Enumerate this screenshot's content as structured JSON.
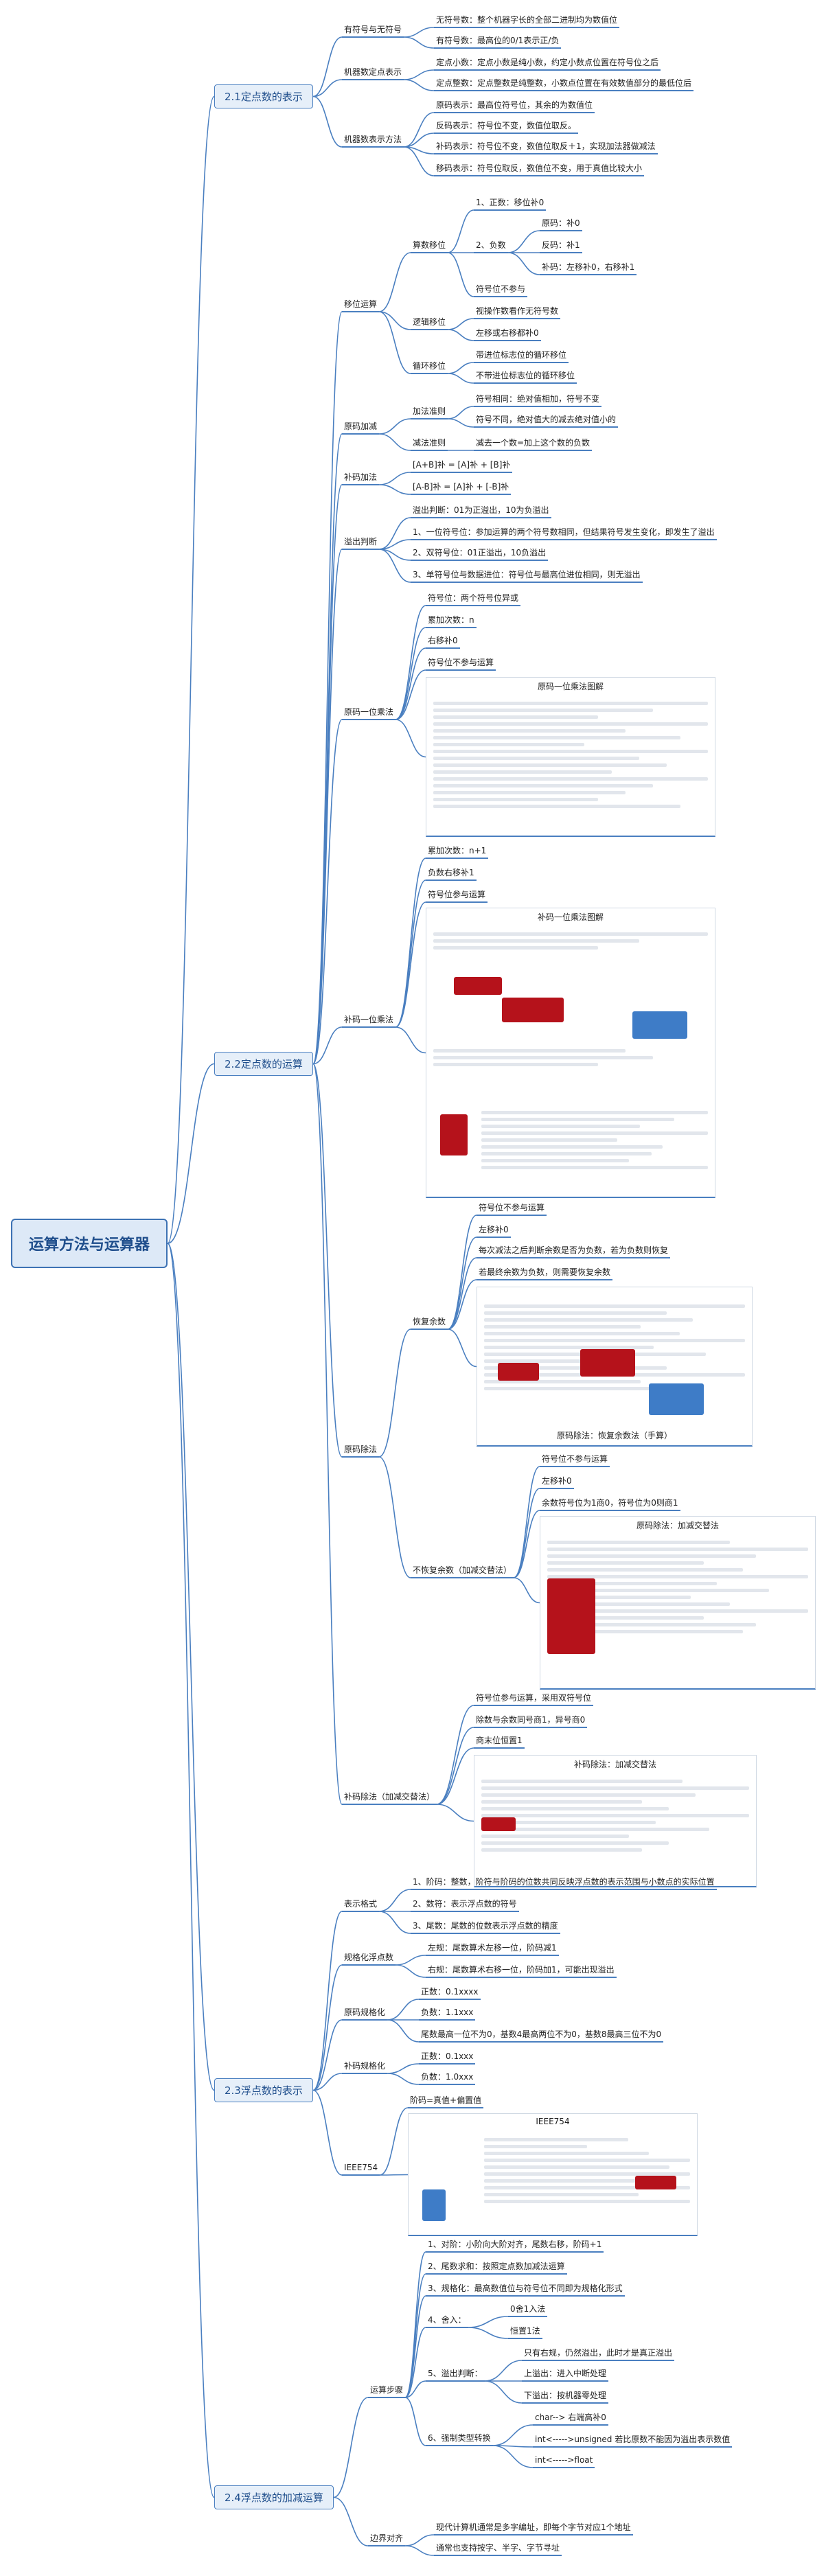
{
  "root": "运算方法与运算器",
  "sections": [
    {
      "label": "2.1定点数的表示"
    },
    {
      "label": "2.2定点数的运算"
    },
    {
      "label": "2.3浮点数的表示"
    },
    {
      "label": "2.4浮点数的加减运算"
    }
  ],
  "s1": {
    "a": "有符号与无符号",
    "a1": "无符号数：整个机器字长的全部二进制均为数值位",
    "a2": "有符号数：最高位的0/1表示正/负",
    "b": "机器数定点表示",
    "b1": "定点小数：定点小数是纯小数，约定小数点位置在符号位之后",
    "b2": "定点整数：定点整数是纯整数，小数点位置在有效数值部分的最低位后",
    "c": "机器数表示方法",
    "c1": "原码表示：最高位符号位，其余的为数值位",
    "c2": "反码表示：符号位不变，数值位取反。",
    "c3": "补码表示：符号位不变，数值位取反＋1，实现加法器做减法",
    "c4": "移码表示：符号位取反，数值位不变，用于真值比较大小"
  },
  "s2": {
    "shift": "移位运算",
    "arith": "算数移位",
    "ar1": "1、正数：移位补0",
    "ar2": "2、负数",
    "yuan": "原码：补0",
    "fan": "反码：补1",
    "bu": "补码：左移补0，右移补1",
    "sign_keep": "符号位不参与",
    "logic": "逻辑移位",
    "lg1": "视操作数看作无符号数",
    "lg2": "左移或右移都补0",
    "cycle": "循环移位",
    "cy1": "带进位标志位的循环移位",
    "cy2": "不带进位标志位的循环移位",
    "orig_add": "原码加减",
    "add_rule": "加法准则",
    "add1": "符号相同：绝对值相加，符号不变",
    "add2": "符号不同，绝对值大的减去绝对值小的",
    "sub_rule": "减法准则",
    "sub1": "减去一个数=加上这个数的负数",
    "comp_add": "补码加法",
    "ca1": "[A+B]补 = [A]补 + [B]补",
    "ca2": "[A-B]补 = [A]补 + [-B]补",
    "ovf": "溢出判断",
    "of1": "溢出判断：01为正溢出，10为负溢出",
    "of2": "1、一位符号位：参加运算的两个符号数相同，但结果符号发生变化，即发生了溢出",
    "of3": "2、双符号位：01正溢出，10负溢出",
    "of4": "3、单符号位与数据进位：符号位与最高位进位相同，则无溢出",
    "orig_mul": "原码一位乘法",
    "om1": "符号位：两个符号位异或",
    "om2": "累加次数：n",
    "om3": "右移补0",
    "om4": "符号位不参与运算",
    "om_img": "原码一位乘法图解",
    "comp_mul": "补码一位乘法",
    "cm1": "累加次数：n+1",
    "cm2": "负数右移补1",
    "cm3": "符号位参与运算",
    "cm_img": "补码一位乘法图解",
    "orig_div": "原码除法",
    "rest": "恢复余数",
    "rs1": "符号位不参与运算",
    "rs2": "左移补0",
    "rs3": "每次减法之后判断余数是否为负数，若为负数则恢复",
    "rs4": "若最终余数为负数，则需要恢复余数",
    "rs_img": "原码除法：恢复余数法（手算）",
    "norest": "不恢复余数（加减交替法）",
    "nr1": "符号位不参与运算",
    "nr2": "左移补0",
    "nr3": "余数符号位为1商0，符号位为0则商1",
    "nr_img": "原码除法：加减交替法",
    "comp_div": "补码除法（加减交替法）",
    "cd1": "符号位参与运算，采用双符号位",
    "cd2": "除数与余数同号商1，异号商0",
    "cd3": "商末位恒置1",
    "cd_img": "补码除法：加减交替法"
  },
  "s3": {
    "fmt": "表示格式",
    "f1": "1、阶码：整数，阶符与阶码的位数共同反映浮点数的表示范围与小数点的实际位置",
    "f2": "2、数符：表示浮点数的符号",
    "f3": "3、尾数：尾数的位数表示浮点数的精度",
    "norm": "规格化浮点数",
    "n1": "左规：尾数算术左移一位，阶码减1",
    "n2": "右规：尾数算术右移一位，阶码加1，可能出现溢出",
    "on": "原码规格化",
    "on1": "正数：0.1xxxx",
    "on2": "负数：1.1xxx",
    "on3": "尾数最高一位不为0，基数4最高两位不为0，基数8最高三位不为0",
    "cn": "补码规格化",
    "cn1": "正数：0.1xxx",
    "cn2": "负数：1.0xxx",
    "ieee": "IEEE754",
    "ie1": "阶码=真值+偏置值",
    "ie_img": "IEEE754"
  },
  "s4": {
    "steps": "运算步骤",
    "st1": "1、对阶：小阶向大阶对齐，尾数右移，阶码+1",
    "st2": "2、尾数求和：按照定点数加减法运算",
    "st3": "3、规格化：最高数值位与符号位不同即为规格化形式",
    "st4": "4、舍入：",
    "st4a": "0舍1入法",
    "st4b": "恒置1法",
    "st5": "5、溢出判断：",
    "st5a": "只有右规，仍然溢出，此时才是真正溢出",
    "st5b": "上溢出：进入中断处理",
    "st5c": "下溢出：按机器零处理",
    "st6": "6、强制类型转换",
    "st6a": "char--> 右端高补0",
    "st6b": "int<----->unsigned  若比原数不能因为溢出表示数值",
    "st6c": "int<----->float",
    "align": "边界对齐",
    "al1": "现代计算机通常是多字编址，即每个字节对应1个地址",
    "al2": "通常也支持按字、半字、字节寻址"
  },
  "colors": {
    "line": "#4a7fc0",
    "root_bg": "#dde9f7",
    "accent": "#b5121b"
  }
}
